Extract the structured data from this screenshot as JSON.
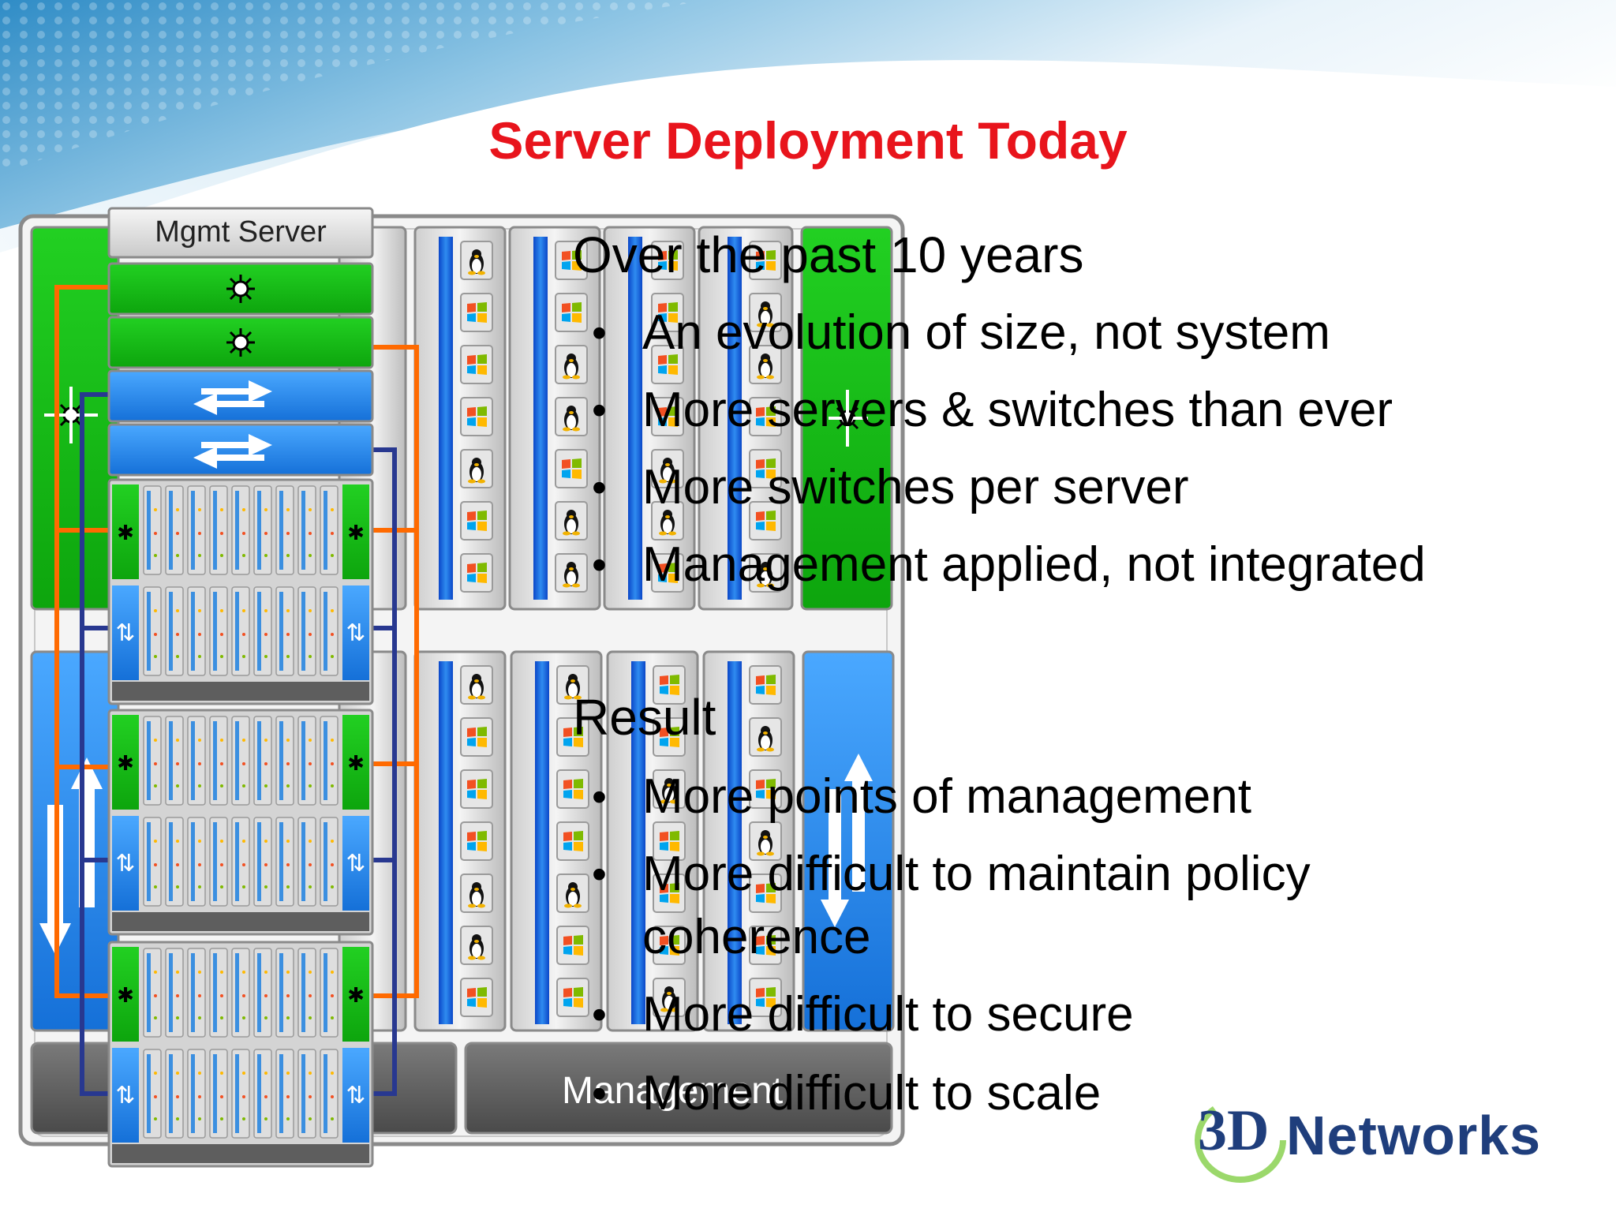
{
  "slide": {
    "title": "Server Deployment Today",
    "section1": {
      "heading": "Over the past 10 years",
      "bullets": [
        "An evolution of size, not system",
        "More servers & switches than ever",
        "More switches per server",
        "Management applied, not integrated"
      ]
    },
    "section2": {
      "heading": "Result",
      "bullets": [
        "More points of management",
        "More difficult to maintain policy",
        "coherence",
        "More difficult to secure",
        "More difficult to scale"
      ]
    },
    "bullet_char": "•"
  },
  "diagram": {
    "mgmt_server_label": "Mgmt Server",
    "management_label": "Management",
    "icons": [
      "linux-penguin-icon",
      "windows-flag-icon",
      "switch-arrows-icon",
      "hub-star-icon"
    ]
  },
  "logo": {
    "mark": "3D",
    "name": "Networks"
  },
  "colors": {
    "title": "#e8141c",
    "switch_green": "#12b812",
    "switch_blue": "#1e88e8",
    "cable_orange": "#ff6a00",
    "cable_navy": "#283890",
    "logo_blue": "#1f3e7c"
  }
}
